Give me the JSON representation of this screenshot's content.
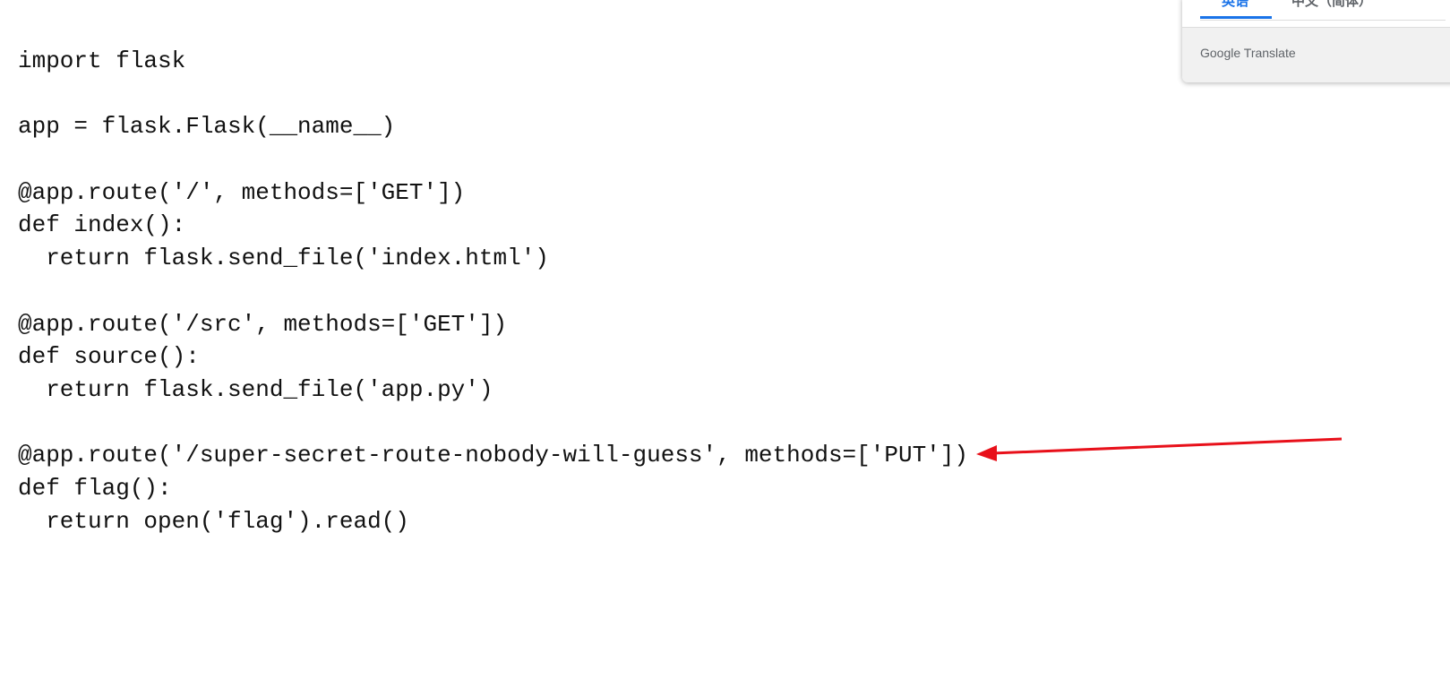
{
  "code_lines": [
    "import flask",
    "",
    "app = flask.Flask(__name__)",
    "",
    "@app.route('/', methods=['GET'])",
    "def index():",
    "  return flask.send_file('index.html')",
    "",
    "@app.route('/src', methods=['GET'])",
    "def source():",
    "  return flask.send_file('app.py')",
    "",
    "@app.route('/super-secret-route-nobody-will-guess', methods=['PUT'])",
    "def flag():",
    "  return open('flag').read()"
  ],
  "translate_popup": {
    "tabs": [
      {
        "label": "英语",
        "selected": true
      },
      {
        "label": "中文（简体）",
        "selected": false
      }
    ],
    "brand": "Google Translate",
    "accent": "#1a73e8"
  },
  "annotation": {
    "color": "#e8101a",
    "icon": "arrow-left-icon"
  }
}
